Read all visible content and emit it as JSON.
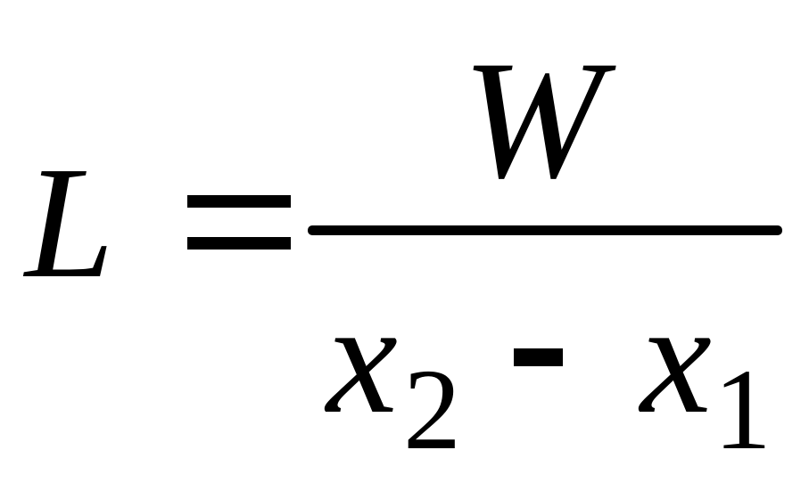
{
  "formula": {
    "lhs": "L",
    "operator": "=",
    "numerator": "W",
    "denominator": {
      "term1_var": "x",
      "term1_sub": "2",
      "operator": "-",
      "term2_var": "x",
      "term2_sub": "1"
    }
  },
  "colors": {
    "background": "#ffffff",
    "ink": "#000000"
  }
}
